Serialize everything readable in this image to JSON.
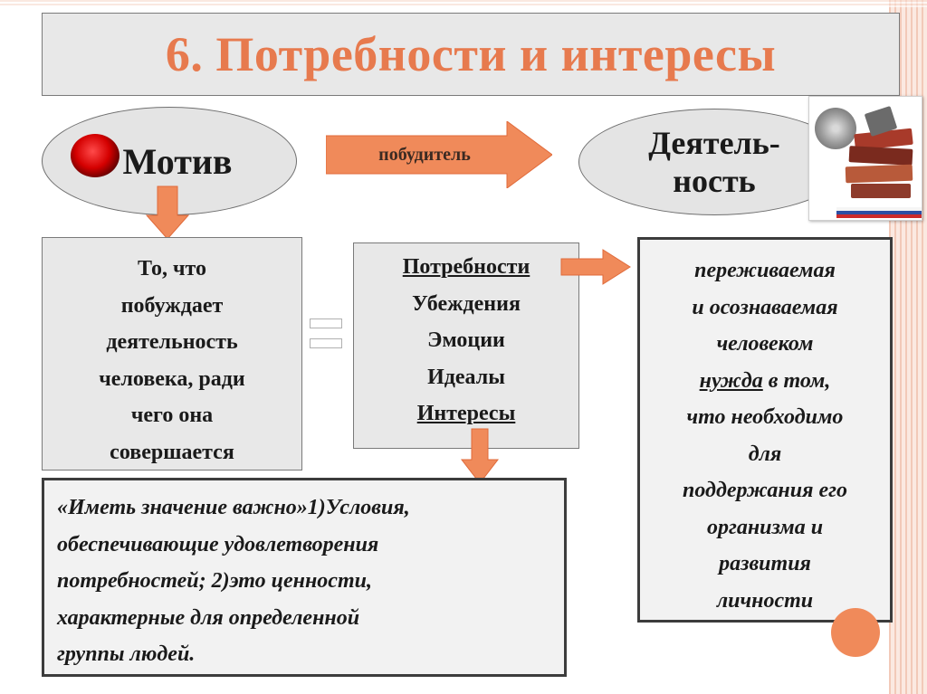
{
  "title": "6. Потребности и интересы",
  "motive": {
    "label": "Мотив"
  },
  "activity": {
    "line1": "Деятель-",
    "line2": "ность"
  },
  "arrow": {
    "label": "побудитель"
  },
  "definition": {
    "lines": [
      "То, что",
      "побуждает",
      "деятельность",
      "человека, ради",
      "чего она",
      "совершается"
    ]
  },
  "motive_list": {
    "items": [
      "Потребности",
      "Убеждения",
      "Эмоции",
      "Идеалы",
      "Интересы"
    ]
  },
  "need_definition": {
    "line1": "переживаемая",
    "line2": "и осознаваемая",
    "line3": "человеком",
    "line4_word": "нужда",
    "line4_rest": " в том,",
    "line5": "что необходимо",
    "line6": "для",
    "line7": "поддержания его",
    "line8": "организма и",
    "line9": "развития",
    "line10": "личности"
  },
  "interest_definition": {
    "lines": [
      "«Иметь значение важно»1)Условия,",
      "обеспечивающие удовлетворения",
      "потребностей; 2)это ценности,",
      "характерные для определенной",
      "группы людей."
    ]
  },
  "colors": {
    "title": "#e77a4e",
    "arrow_fill": "#f08a5a",
    "box_bg": "#e8e8e8",
    "border": "#7a7a7a"
  },
  "icons": [
    "red-button-icon",
    "exam-logo-icon",
    "equals-sign-icon"
  ]
}
